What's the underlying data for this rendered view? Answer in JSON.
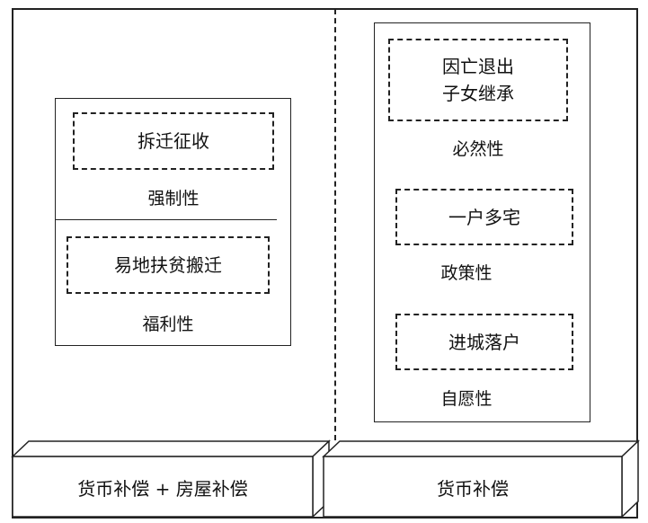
{
  "left": {
    "mandatory": {
      "box": "拆迁征收",
      "label": "强制性"
    },
    "welfare": {
      "box": "易地扶贫搬迁",
      "label": "福利性"
    },
    "base": "货币补偿 + 房屋补偿"
  },
  "right": {
    "inevitable": {
      "box_line1": "因亡退出",
      "box_line2": "子女继承",
      "label": "必然性"
    },
    "policy": {
      "box": "一户多宅",
      "label": "政策性"
    },
    "voluntary": {
      "box": "进城落户",
      "label": "自愿性"
    },
    "base": "货币补偿"
  }
}
